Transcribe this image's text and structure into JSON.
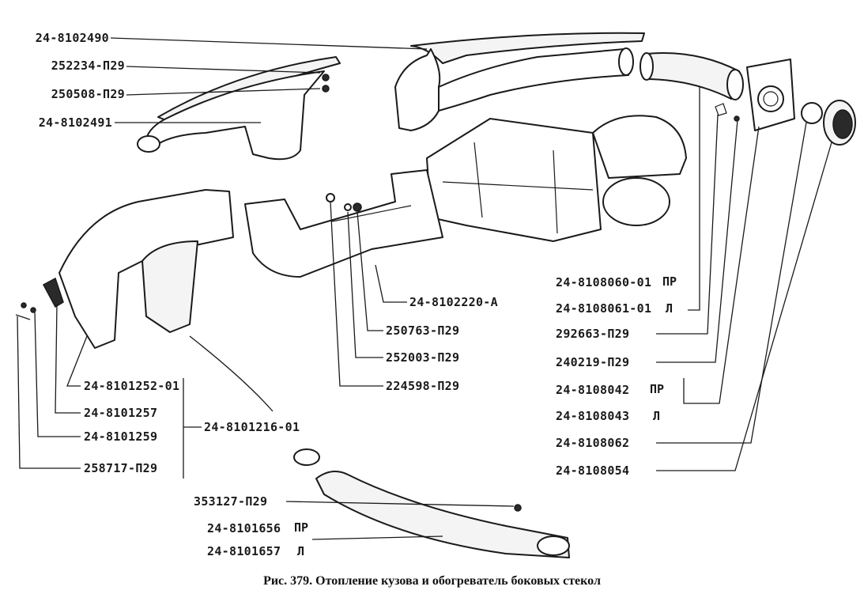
{
  "labels": {
    "l1": "24-8102490",
    "l2": "252234-П29",
    "l3": "250508-П29",
    "l4": "24-8102491",
    "l5": "24-8102220-А",
    "l6": "250763-П29",
    "l7": "252003-П29",
    "l8": "224598-П29",
    "l9": "24-8101252-01",
    "l10": "24-8101257",
    "l11": "24-8101259",
    "l12": "258717-П29",
    "l13": "24-8101216-01",
    "l14": "353127-П29",
    "l15": "24-8101656",
    "l16": "24-8101657",
    "l17": "24-8108060-01",
    "l18": "24-8108061-01",
    "l19": "292663-П29",
    "l20": "240219-П29",
    "l21": "24-8108042",
    "l22": "24-8108043",
    "l23": "24-8108062",
    "l24": "24-8108054"
  },
  "sides": {
    "right": "ПР",
    "left": "Л"
  },
  "caption": "Рис. 379. Отопление кузова и обогреватель боковых стекол"
}
